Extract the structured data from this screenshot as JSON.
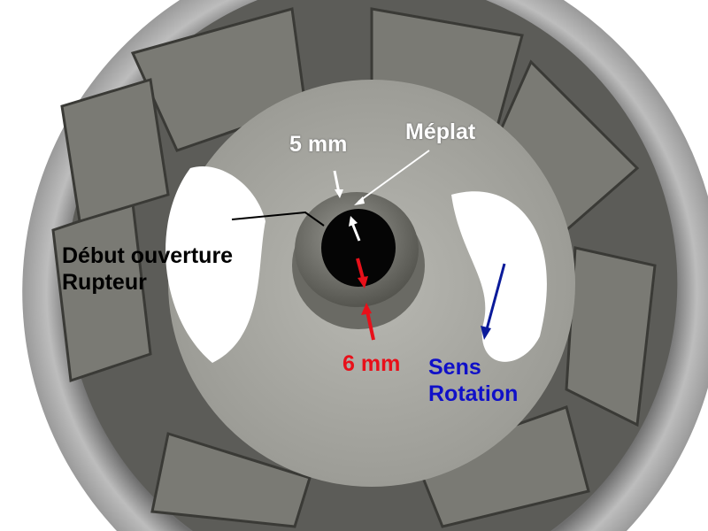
{
  "annotations": {
    "five_mm": "5 mm",
    "meplat": "Méplat",
    "debut_line1": "Début ouverture",
    "debut_line2": "Rupteur",
    "six_mm": "6 mm",
    "sens_line1": "Sens",
    "sens_line2": "Rotation"
  },
  "colors": {
    "red_arrow": "#e8101a",
    "blue_arrow": "#0a1a9a",
    "blue_text": "#1010c8",
    "white_arrow": "#ffffff",
    "black_arrow": "#000000"
  }
}
